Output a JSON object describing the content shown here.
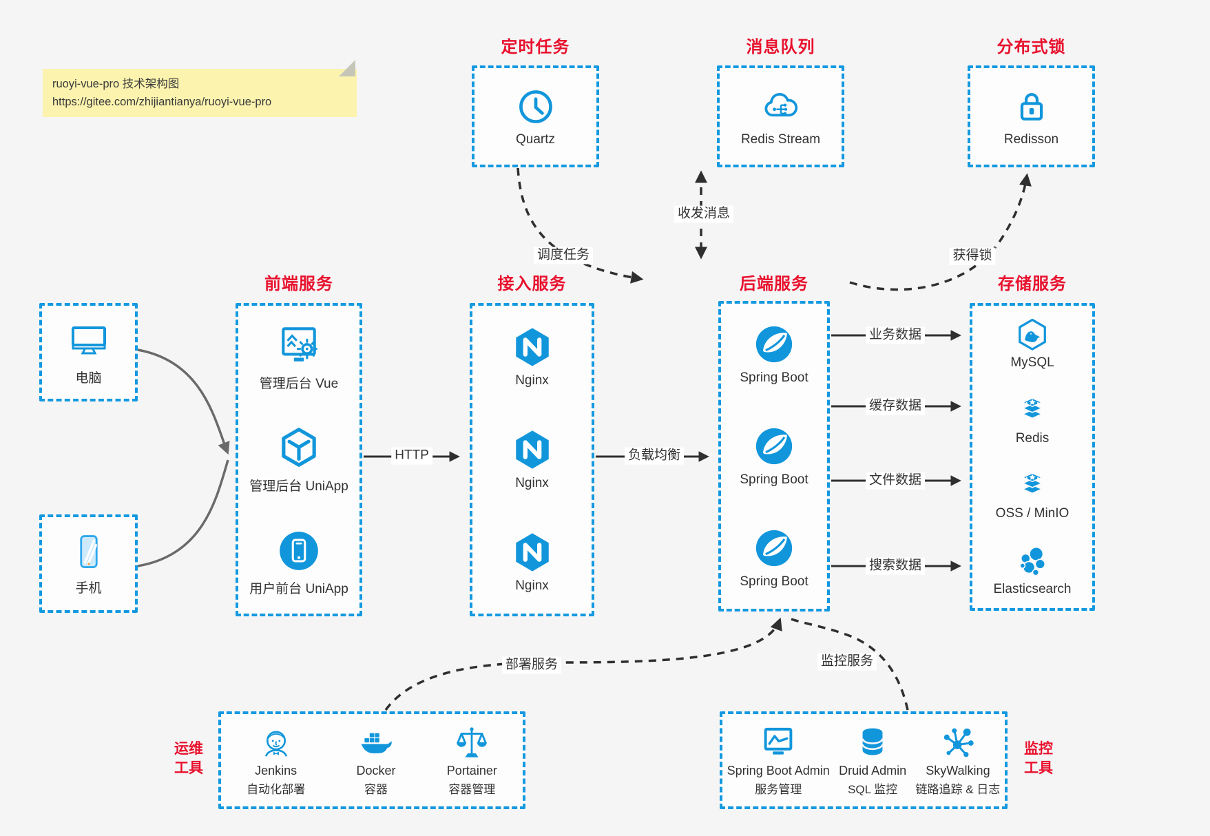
{
  "note": {
    "line1": "ruoyi-vue-pro 技术架构图",
    "line2": "https://gitee.com/zhijiantianya/ruoyi-vue-pro"
  },
  "colors": {
    "icon_blue": "#1296db",
    "dashed_border_blue": "#1499e0",
    "title_red": "#e8112d",
    "text_dark": "#333333",
    "canvas_bg": "#f5f5f6",
    "box_bg": "#fdfdfd",
    "note_bg": "#fbf3ae",
    "arrow_dark": "#2f2f2f",
    "arrow_gray": "#6a6a6a"
  },
  "groups": {
    "scheduled": {
      "title": "定时任务",
      "items": [
        {
          "label": "Quartz",
          "icon": "clock-icon"
        }
      ]
    },
    "mq": {
      "title": "消息队列",
      "items": [
        {
          "label": "Redis Stream",
          "icon": "cloud-stream-icon"
        }
      ]
    },
    "lock": {
      "title": "分布式锁",
      "items": [
        {
          "label": "Redisson",
          "icon": "lock-icon"
        }
      ]
    },
    "clients": {
      "pc": {
        "label": "电脑",
        "icon": "desktop-icon"
      },
      "phone": {
        "label": "手机",
        "icon": "smartphone-icon"
      }
    },
    "frontend": {
      "title": "前端服务",
      "items": [
        {
          "label": "管理后台 Vue",
          "icon": "admin-vue-icon"
        },
        {
          "label": "管理后台 UniApp",
          "icon": "uniapp-cube-icon"
        },
        {
          "label": "用户前台 UniApp",
          "icon": "user-uniapp-icon"
        }
      ]
    },
    "access": {
      "title": "接入服务",
      "items": [
        {
          "label": "Nginx",
          "icon": "nginx-icon"
        },
        {
          "label": "Nginx",
          "icon": "nginx-icon"
        },
        {
          "label": "Nginx",
          "icon": "nginx-icon"
        }
      ]
    },
    "backend": {
      "title": "后端服务",
      "items": [
        {
          "label": "Spring Boot",
          "icon": "spring-boot-icon"
        },
        {
          "label": "Spring Boot",
          "icon": "spring-boot-icon"
        },
        {
          "label": "Spring Boot",
          "icon": "spring-boot-icon"
        }
      ]
    },
    "storage": {
      "title": "存储服务",
      "items": [
        {
          "label": "MySQL",
          "icon": "mysql-icon"
        },
        {
          "label": "Redis",
          "icon": "redis-icon"
        },
        {
          "label": "OSS / MinIO",
          "icon": "oss-minio-icon"
        },
        {
          "label": "Elasticsearch",
          "icon": "elasticsearch-icon"
        }
      ]
    },
    "ops": {
      "side_label": [
        "运维",
        "工具"
      ],
      "items": [
        {
          "name": "Jenkins",
          "desc": "自动化部署",
          "icon": "jenkins-icon"
        },
        {
          "name": "Docker",
          "desc": "容器",
          "icon": "docker-icon"
        },
        {
          "name": "Portainer",
          "desc": "容器管理",
          "icon": "portainer-icon"
        }
      ]
    },
    "monitoring": {
      "side_label": [
        "监控",
        "工具"
      ],
      "items": [
        {
          "name": "Spring Boot Admin",
          "desc": "服务管理",
          "icon": "spring-boot-admin-icon"
        },
        {
          "name": "Druid Admin",
          "desc": "SQL 监控",
          "icon": "druid-icon"
        },
        {
          "name": "SkyWalking",
          "desc": "链路追踪 & 日志",
          "icon": "skywalking-icon"
        }
      ]
    }
  },
  "edges": {
    "http": "HTTP",
    "load_balance": "负载均衡",
    "business_data": "业务数据",
    "cache_data": "缓存数据",
    "file_data": "文件数据",
    "search_data": "搜索数据",
    "schedule_task": "调度任务",
    "send_receive_message": "收发消息",
    "acquire_lock": "获得锁",
    "deploy_service": "部署服务",
    "monitor_service": "监控服务"
  }
}
